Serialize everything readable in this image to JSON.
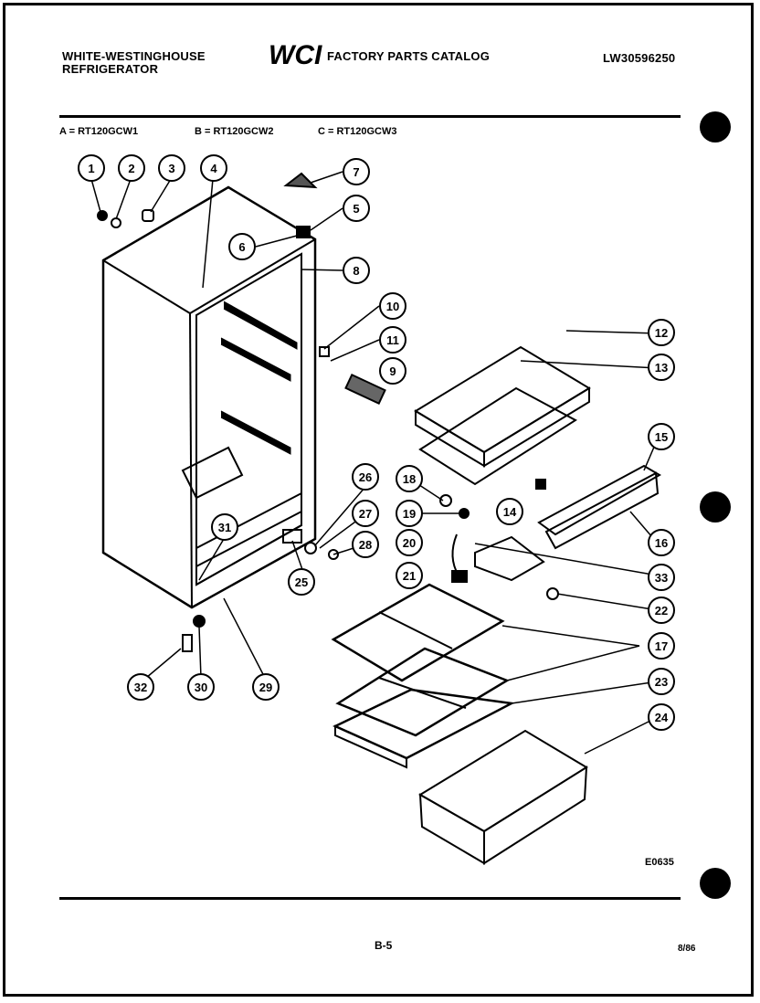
{
  "header": {
    "brand_line1": "WHITE-WESTINGHOUSE",
    "brand_line2": "REFRIGERATOR",
    "logo_text": "WCI",
    "catalog_title": "FACTORY PARTS CATALOG",
    "catalog_number": "LW30596250"
  },
  "models": {
    "a": "A = RT120GCW1",
    "b": "B = RT120GCW2",
    "c": "C = RT120GCW3"
  },
  "callouts": [
    "1",
    "2",
    "3",
    "4",
    "5",
    "6",
    "7",
    "8",
    "9",
    "10",
    "11",
    "12",
    "13",
    "14",
    "15",
    "16",
    "17",
    "18",
    "19",
    "20",
    "21",
    "22",
    "23",
    "24",
    "25",
    "26",
    "27",
    "28",
    "29",
    "30",
    "31",
    "32",
    "33"
  ],
  "footer": {
    "diagram_code": "E0635",
    "page": "B-5",
    "date": "8/86"
  }
}
